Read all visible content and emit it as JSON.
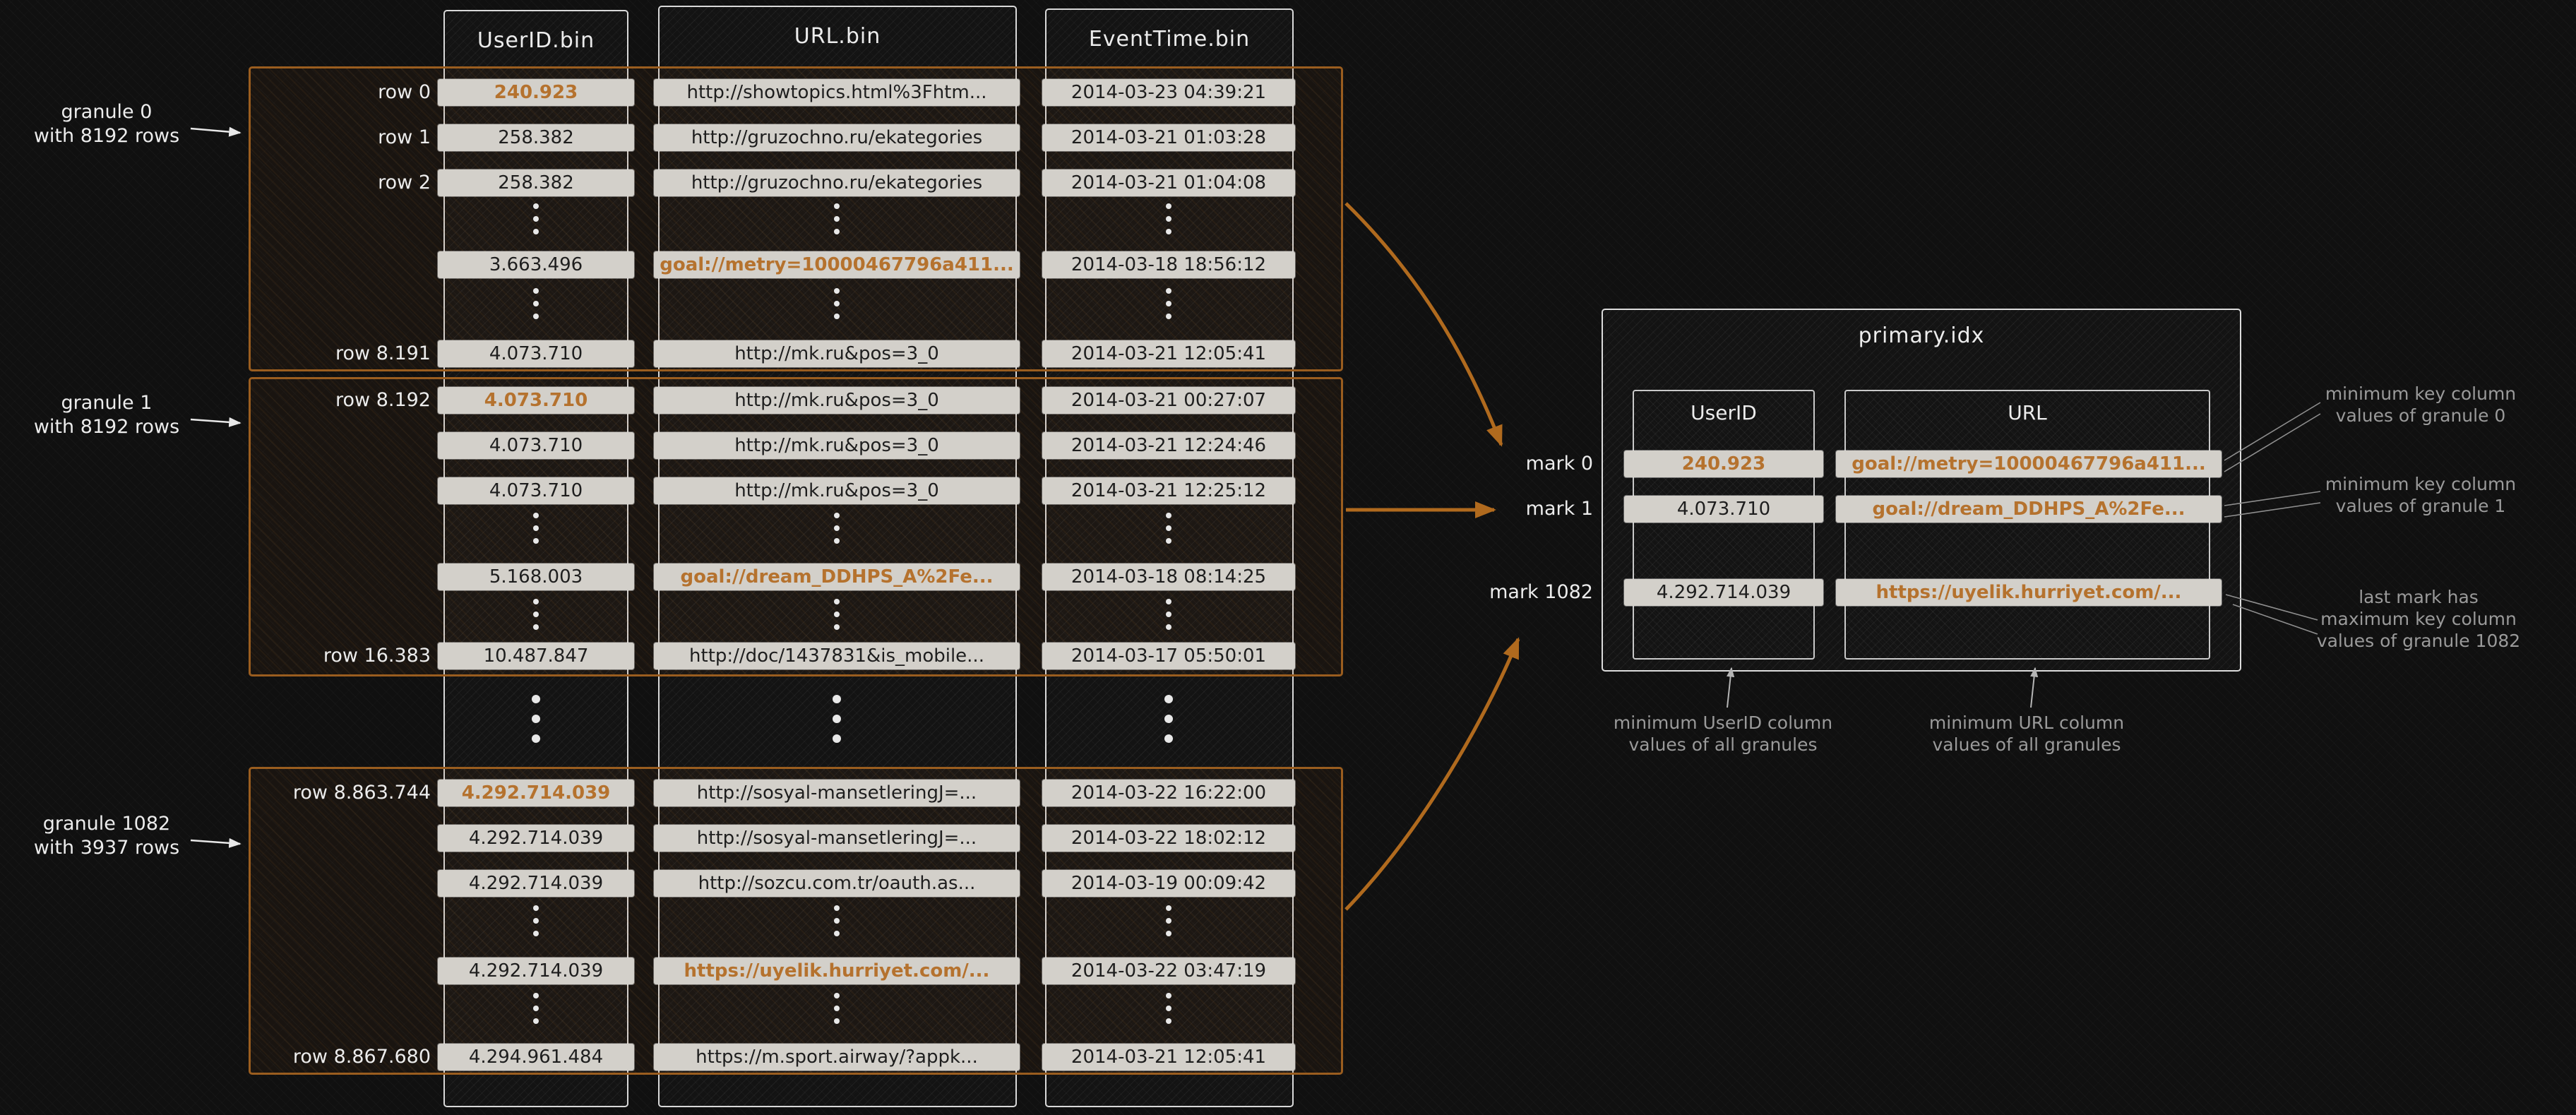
{
  "colors": {
    "background": "#101010",
    "accent_orange": "#b5722e",
    "granule_border": "#9a5d1f",
    "cell_bg": "#d3d0ca",
    "cell_text": "#1e1e1e",
    "label_white": "#ececec",
    "annotation_gray": "#9a9a9a"
  },
  "bin_columns": [
    {
      "header": "UserID.bin"
    },
    {
      "header": "URL.bin"
    },
    {
      "header": "EventTime.bin"
    }
  ],
  "granules": [
    {
      "label": "granule 0\nwith 8192 rows",
      "rows": [
        {
          "row_label": "row 0",
          "user_id": "240.923",
          "user_id_highlight": true,
          "url": "http://showtopics.html%3Fhtm...",
          "event_time": "2014-03-23 04:39:21"
        },
        {
          "row_label": "row 1",
          "user_id": "258.382",
          "url": "http://gruzochno.ru/ekategories",
          "event_time": "2014-03-21 01:03:28"
        },
        {
          "row_label": "row 2",
          "user_id": "258.382",
          "url": "http://gruzochno.ru/ekategories",
          "event_time": "2014-03-21 01:04:08"
        },
        {
          "user_id": "3.663.496",
          "url": "goal://metry=10000467796a411...",
          "url_highlight": true,
          "event_time": "2014-03-18 18:56:12"
        },
        {
          "row_label": "row 8.191",
          "user_id": "4.073.710",
          "url": "http://mk.ru&pos=3_0",
          "event_time": "2014-03-21 12:05:41"
        }
      ]
    },
    {
      "label": "granule 1\nwith 8192 rows",
      "rows": [
        {
          "row_label": "row 8.192",
          "user_id": "4.073.710",
          "user_id_highlight": true,
          "url": "http://mk.ru&pos=3_0",
          "event_time": "2014-03-21 00:27:07"
        },
        {
          "user_id": "4.073.710",
          "url": "http://mk.ru&pos=3_0",
          "event_time": "2014-03-21 12:24:46"
        },
        {
          "user_id": "4.073.710",
          "url": "http://mk.ru&pos=3_0",
          "event_time": "2014-03-21 12:25:12"
        },
        {
          "user_id": "5.168.003",
          "url": "goal://dream_DDHPS_A%2Fe...",
          "url_highlight": true,
          "event_time": "2014-03-18 08:14:25"
        },
        {
          "row_label": "row 16.383",
          "user_id": "10.487.847",
          "url": "http://doc/1437831&is_mobile...",
          "event_time": "2014-03-17 05:50:01"
        }
      ]
    },
    {
      "label": "granule 1082\nwith 3937 rows",
      "rows": [
        {
          "row_label": "row 8.863.744",
          "user_id": "4.292.714.039",
          "user_id_highlight": true,
          "url": "http://sosyal-mansetleringJ=...",
          "event_time": "2014-03-22 16:22:00"
        },
        {
          "user_id": "4.292.714.039",
          "url": "http://sosyal-mansetleringJ=...",
          "event_time": "2014-03-22 18:02:12"
        },
        {
          "user_id": "4.292.714.039",
          "url": "http://sozcu.com.tr/oauth.as...",
          "event_time": "2014-03-19 00:09:42"
        },
        {
          "user_id": "4.292.714.039",
          "url": "https://uyelik.hurriyet.com/...",
          "url_highlight": true,
          "event_time": "2014-03-22 03:47:19"
        },
        {
          "row_label": "row 8.867.680",
          "user_id": "4.294.961.484",
          "url": "https://m.sport.airway/?appk...",
          "event_time": "2014-03-21 12:05:41"
        }
      ]
    }
  ],
  "primary_idx": {
    "title": "primary.idx",
    "column_headers": [
      "UserID",
      "URL"
    ],
    "marks": [
      {
        "label": "mark 0",
        "user_id": "240.923",
        "user_id_highlight": true,
        "url": "goal://metry=10000467796a411...",
        "url_highlight": true
      },
      {
        "label": "mark 1",
        "user_id": "4.073.710",
        "url": "goal://dream_DDHPS_A%2Fe...",
        "url_highlight": true
      },
      {
        "label": "mark 1082",
        "user_id": "4.292.714.039",
        "url": "https://uyelik.hurriyet.com/...",
        "url_highlight": true
      }
    ]
  },
  "annotations": {
    "granule_0": "minimum key column\nvalues of granule 0",
    "granule_1": "minimum key column\nvalues of granule 1",
    "granule_1082": "last mark has\nmaximum key column\nvalues of granule 1082",
    "userid_column": "minimum UserID column\nvalues of all granules",
    "url_column": "minimum URL column\nvalues of all granules"
  }
}
